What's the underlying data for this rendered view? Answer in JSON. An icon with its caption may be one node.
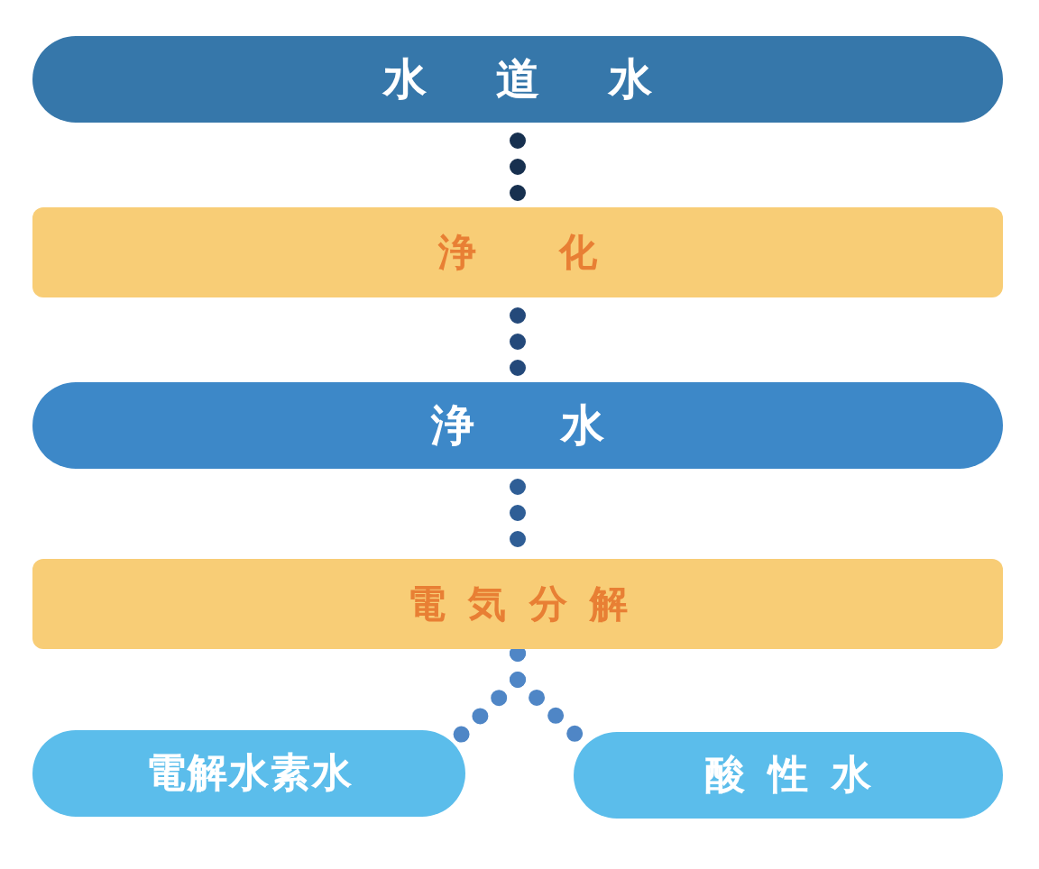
{
  "diagram": {
    "nodes": [
      {
        "text": [
          "水道水"
        ]
      },
      {
        "text": [
          "浄化"
        ]
      },
      {
        "text": [
          "浄水"
        ]
      },
      {
        "text": [
          "電気分解"
        ]
      },
      {
        "text": [
          "電解水素水"
        ]
      },
      {
        "text": [
          "酸性水"
        ]
      }
    ],
    "edges": [
      {
        "from": 0,
        "to": 1,
        "arrow": "none",
        "style": "dashed",
        "color": "#17304f"
      },
      {
        "from": 1,
        "to": 2,
        "arrow": "none",
        "style": "dashed",
        "color": "#24497a"
      },
      {
        "from": 2,
        "to": 3,
        "arrow": "none",
        "style": "dashed",
        "color": "#2f5e96"
      },
      {
        "from": 3,
        "to": 4,
        "arrow": "none",
        "style": "dashed",
        "color": "#4f86c6"
      },
      {
        "from": 3,
        "to": 5,
        "arrow": "none",
        "style": "dashed",
        "color": "#4f86c6"
      }
    ]
  }
}
